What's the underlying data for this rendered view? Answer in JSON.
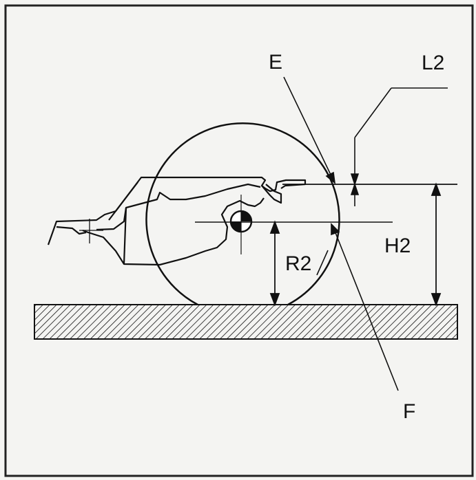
{
  "labels": {
    "e": "E",
    "l2": "L2",
    "f": "F",
    "h2": "H2",
    "r2": "R2"
  },
  "colors": {
    "ink": "#111111",
    "paper": "#f4f4f2"
  }
}
